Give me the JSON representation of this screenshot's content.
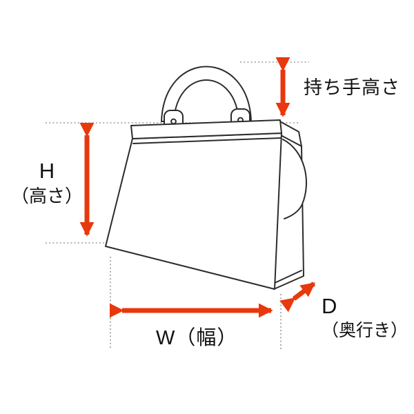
{
  "diagram": {
    "subject": "handbag-measurement-guide",
    "labels": {
      "handle_height": "持ち手高さ",
      "height_letter": "H",
      "height_sub": "（高さ）",
      "width": "W（幅）",
      "depth_letter": "D",
      "depth_sub": "（奥行き）"
    },
    "measurements": [
      {
        "id": "handle-height",
        "label": "持ち手高さ",
        "direction": "vertical"
      },
      {
        "id": "height",
        "label": "H（高さ）",
        "direction": "vertical"
      },
      {
        "id": "width",
        "label": "W（幅）",
        "direction": "horizontal"
      },
      {
        "id": "depth",
        "label": "D（奥行き）",
        "direction": "diagonal"
      }
    ],
    "colors": {
      "arrow": "#e8380d",
      "outline": "#2b2b2b",
      "guide": "#9a9a9a",
      "background": "#ffffff",
      "text": "#111111"
    }
  }
}
